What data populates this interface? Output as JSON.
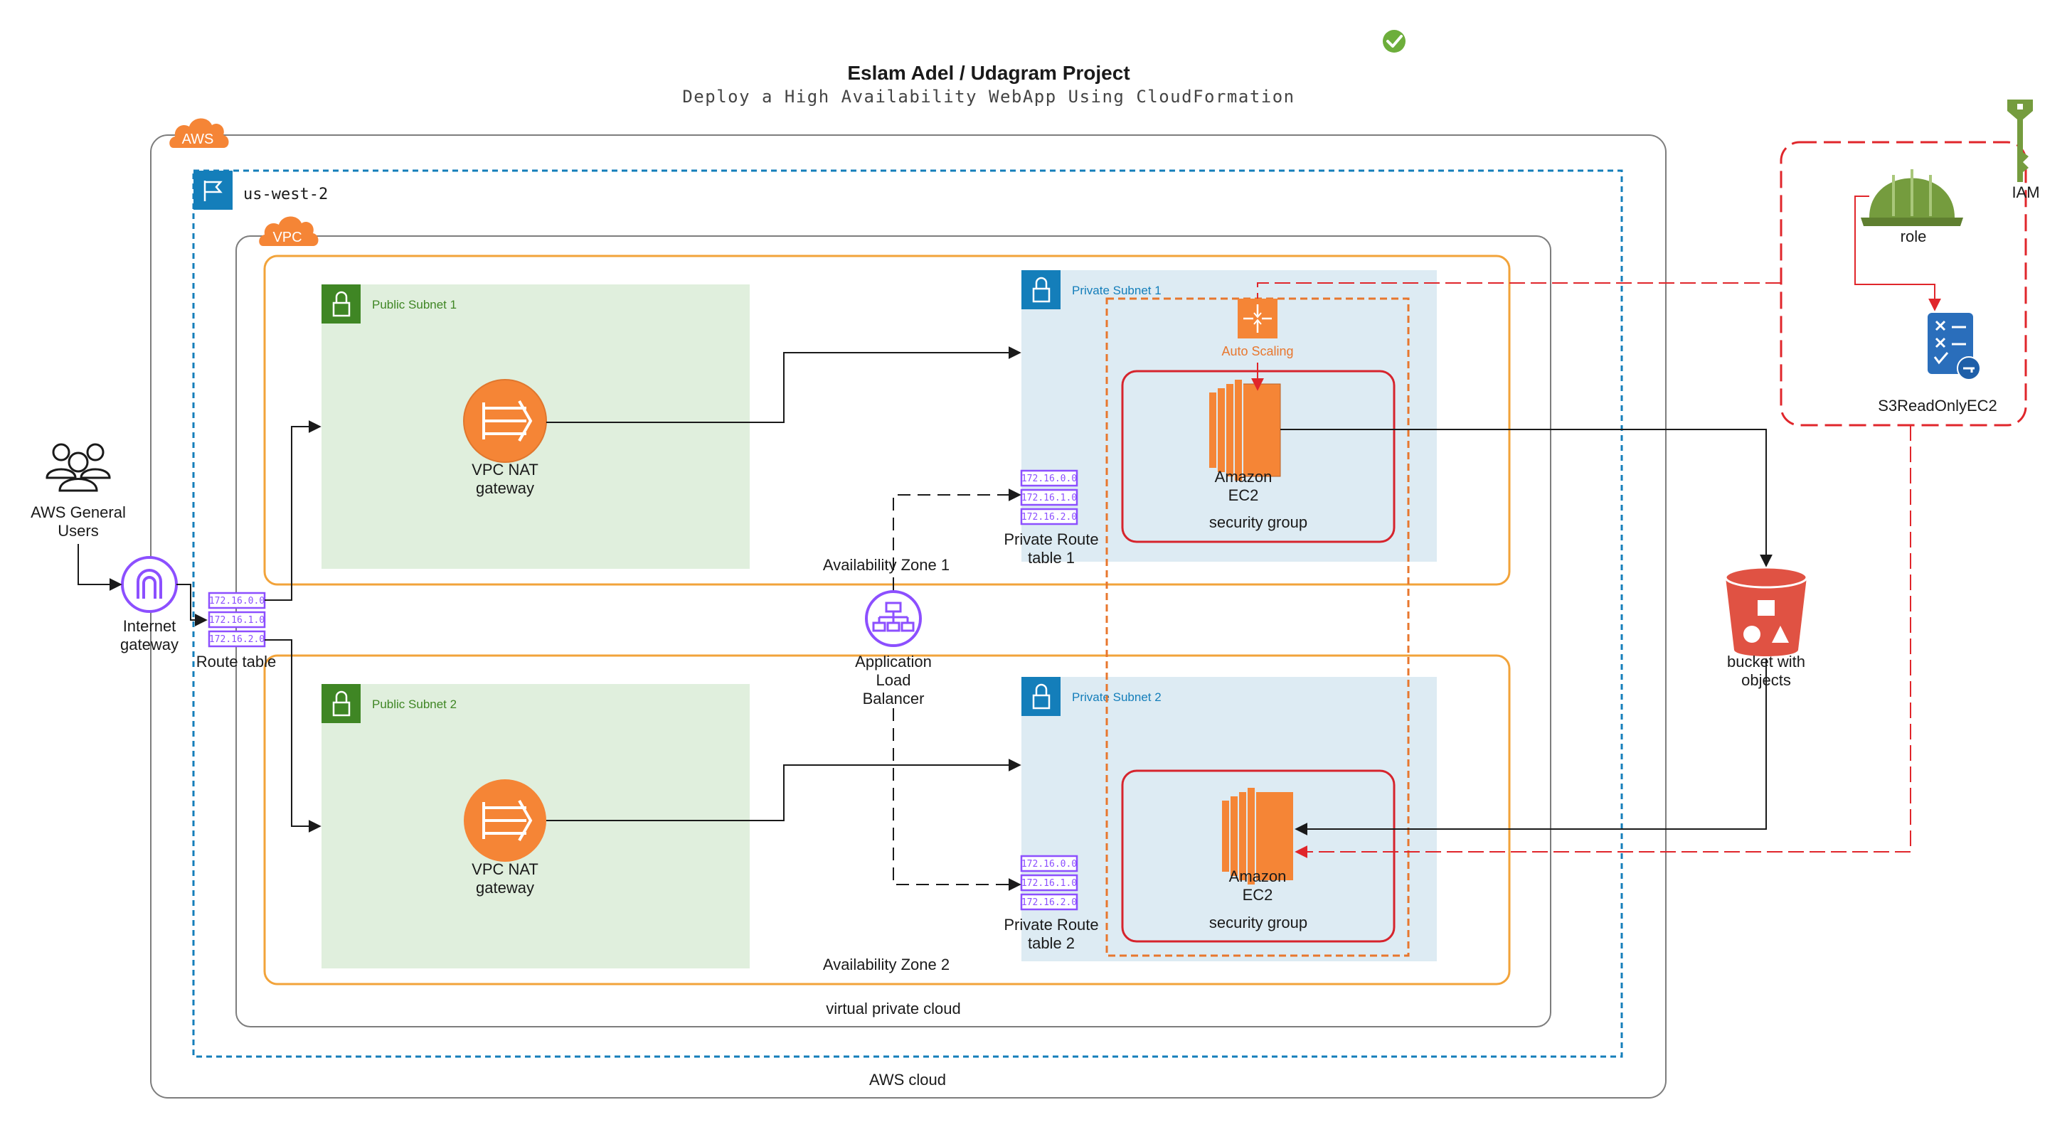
{
  "header": {
    "title": "Eslam Adel / Udagram Project",
    "subtitle": "Deploy a High Availability WebApp Using CloudFormation"
  },
  "badges": {
    "aws": "AWS",
    "vpc": "VPC"
  },
  "region": "us-west-2",
  "containers": {
    "aws_cloud": "AWS cloud",
    "vpc": "virtual private cloud",
    "az1": "Availability Zone 1",
    "az2": "Availability Zone 2"
  },
  "subnets": {
    "public1": "Public Subnet 1",
    "public2": "Public Subnet 2",
    "private1": "Private Subnet 1",
    "private2": "Private Subnet 2"
  },
  "nodes": {
    "users": [
      "AWS General",
      "Users"
    ],
    "igw": [
      "Internet",
      "gateway"
    ],
    "route_table": "Route table",
    "nat1": [
      "VPC NAT",
      "gateway"
    ],
    "nat2": [
      "VPC NAT",
      "gateway"
    ],
    "alb": [
      "Application",
      "Load",
      "Balancer"
    ],
    "private_rt1": [
      "Private Route",
      "table 1"
    ],
    "private_rt2": [
      "Private Route",
      "table 2"
    ],
    "auto_scaling": "Auto Scaling",
    "ec2_1": [
      "Amazon",
      "EC2"
    ],
    "ec2_2": [
      "Amazon",
      "EC2"
    ],
    "sg1": "security group",
    "sg2": "security group",
    "s3": [
      "bucket with",
      "objects"
    ],
    "iam": "IAM",
    "role": "role",
    "policy": "S3ReadOnlyEC2"
  },
  "route_entries": [
    "172.16.0.0",
    "172.16.1.0",
    "172.16.2.0"
  ],
  "colors": {
    "aws_orange": "#F58536",
    "az_border": "#F2A33A",
    "region_blue": "#147EBA",
    "public_fill": "#E0EFDD",
    "public_green": "#3F8624",
    "private_fill": "#DDEBF3",
    "sg_red": "#D6242D",
    "iam_red": "#E0262B",
    "s3_red": "#E05243",
    "iam_green": "#759C3E",
    "purple": "#8C4FFF",
    "check_green": "#6DAE3B"
  }
}
